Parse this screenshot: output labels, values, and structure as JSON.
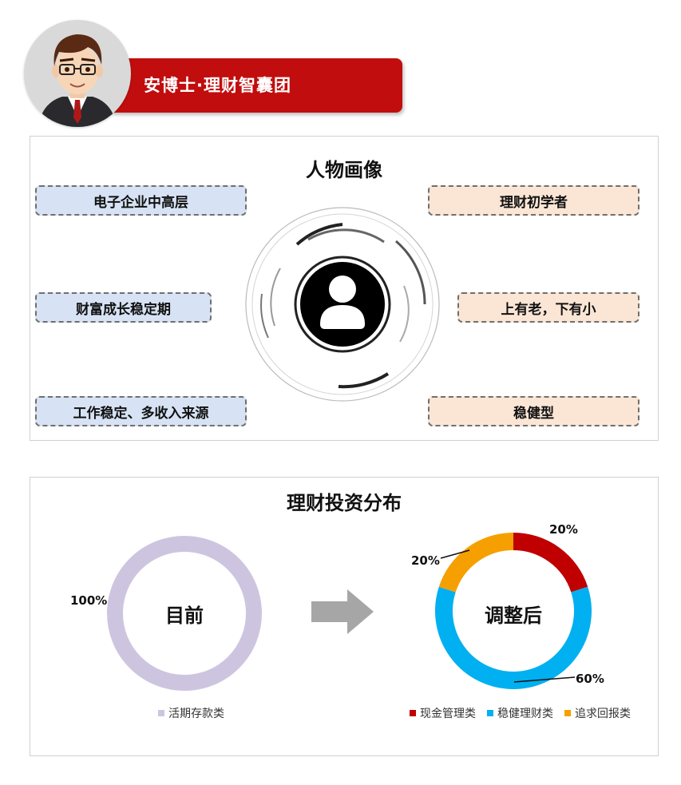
{
  "header": {
    "banner_text": "安博士·理财智囊团"
  },
  "portrait_section": {
    "title": "人物画像",
    "tags_left": [
      "电子企业中高层",
      "财富成长稳定期",
      "工作稳定、多收入来源"
    ],
    "tags_right": [
      "理财初学者",
      "上有老，下有小",
      "稳健型"
    ]
  },
  "investment_section": {
    "title": "理财投资分布",
    "arrow_icon": "right-arrow-icon"
  },
  "colors": {
    "banner_red": "#c10d0d",
    "tag_blue": "#d7e3f4",
    "tag_peach": "#fbe6d6",
    "current_ring": "#cdc5e0",
    "cash": "#c00000",
    "stable": "#00b0f0",
    "high_return": "#f5a000"
  },
  "chart_data": [
    {
      "type": "pie",
      "center_label": "目前",
      "categories": [
        "活期存款类"
      ],
      "values": [
        100
      ],
      "value_labels": [
        "100%"
      ],
      "colors": [
        "#cdc5e0"
      ],
      "legend": [
        "活期存款类"
      ],
      "legend_position": "bottom"
    },
    {
      "type": "pie",
      "center_label": "调整后",
      "categories": [
        "现金管理类",
        "稳健理财类",
        "追求回报类"
      ],
      "values": [
        20,
        60,
        20
      ],
      "value_labels": [
        "20%",
        "60%",
        "20%"
      ],
      "colors": [
        "#c00000",
        "#00b0f0",
        "#f5a000"
      ],
      "legend": [
        "现金管理类",
        "稳健理财类",
        "追求回报类"
      ],
      "legend_position": "bottom"
    }
  ]
}
